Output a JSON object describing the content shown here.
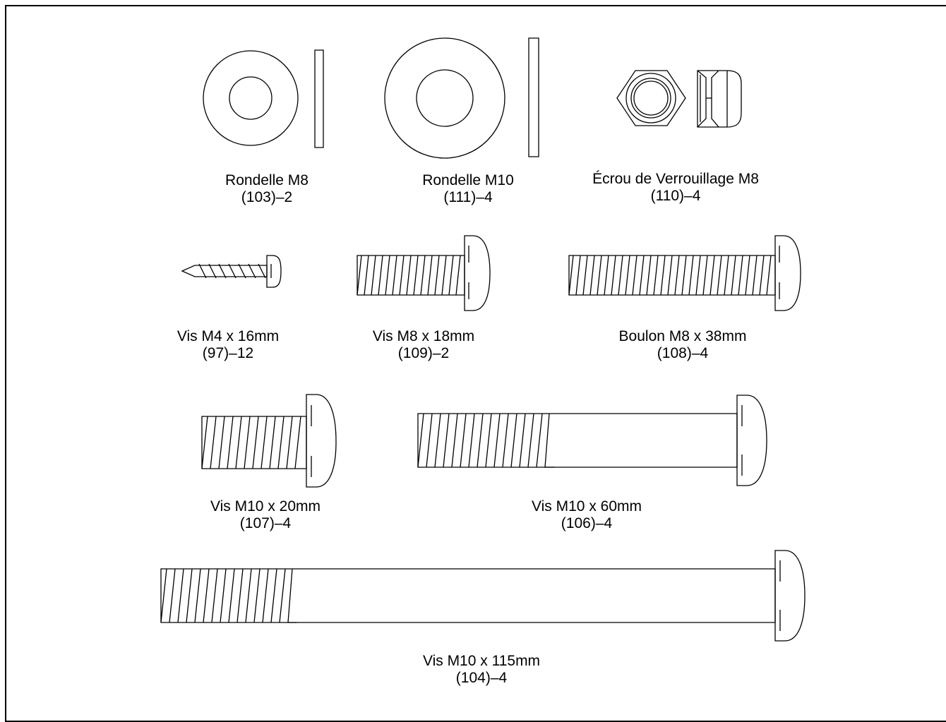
{
  "parts": {
    "washer_m8": {
      "name": "Rondelle M8",
      "qty": "(103)–2"
    },
    "washer_m10": {
      "name": "Rondelle M10",
      "qty": "(111)–4"
    },
    "locknut_m8": {
      "name": "Écrou de Verrouillage M8",
      "qty": "(110)–4"
    },
    "screw_m4x16": {
      "name": "Vis M4 x 16mm",
      "qty": "(97)–12"
    },
    "screw_m8x18": {
      "name": "Vis M8 x 18mm",
      "qty": "(109)–2"
    },
    "bolt_m8x38": {
      "name": "Boulon M8 x 38mm",
      "qty": "(108)–4"
    },
    "screw_m10x20": {
      "name": "Vis M10 x 20mm",
      "qty": "(107)–4"
    },
    "screw_m10x60": {
      "name": "Vis M10 x 60mm",
      "qty": "(106)–4"
    },
    "screw_m10x115": {
      "name": "Vis M10 x 115mm",
      "qty": "(104)–4"
    }
  }
}
